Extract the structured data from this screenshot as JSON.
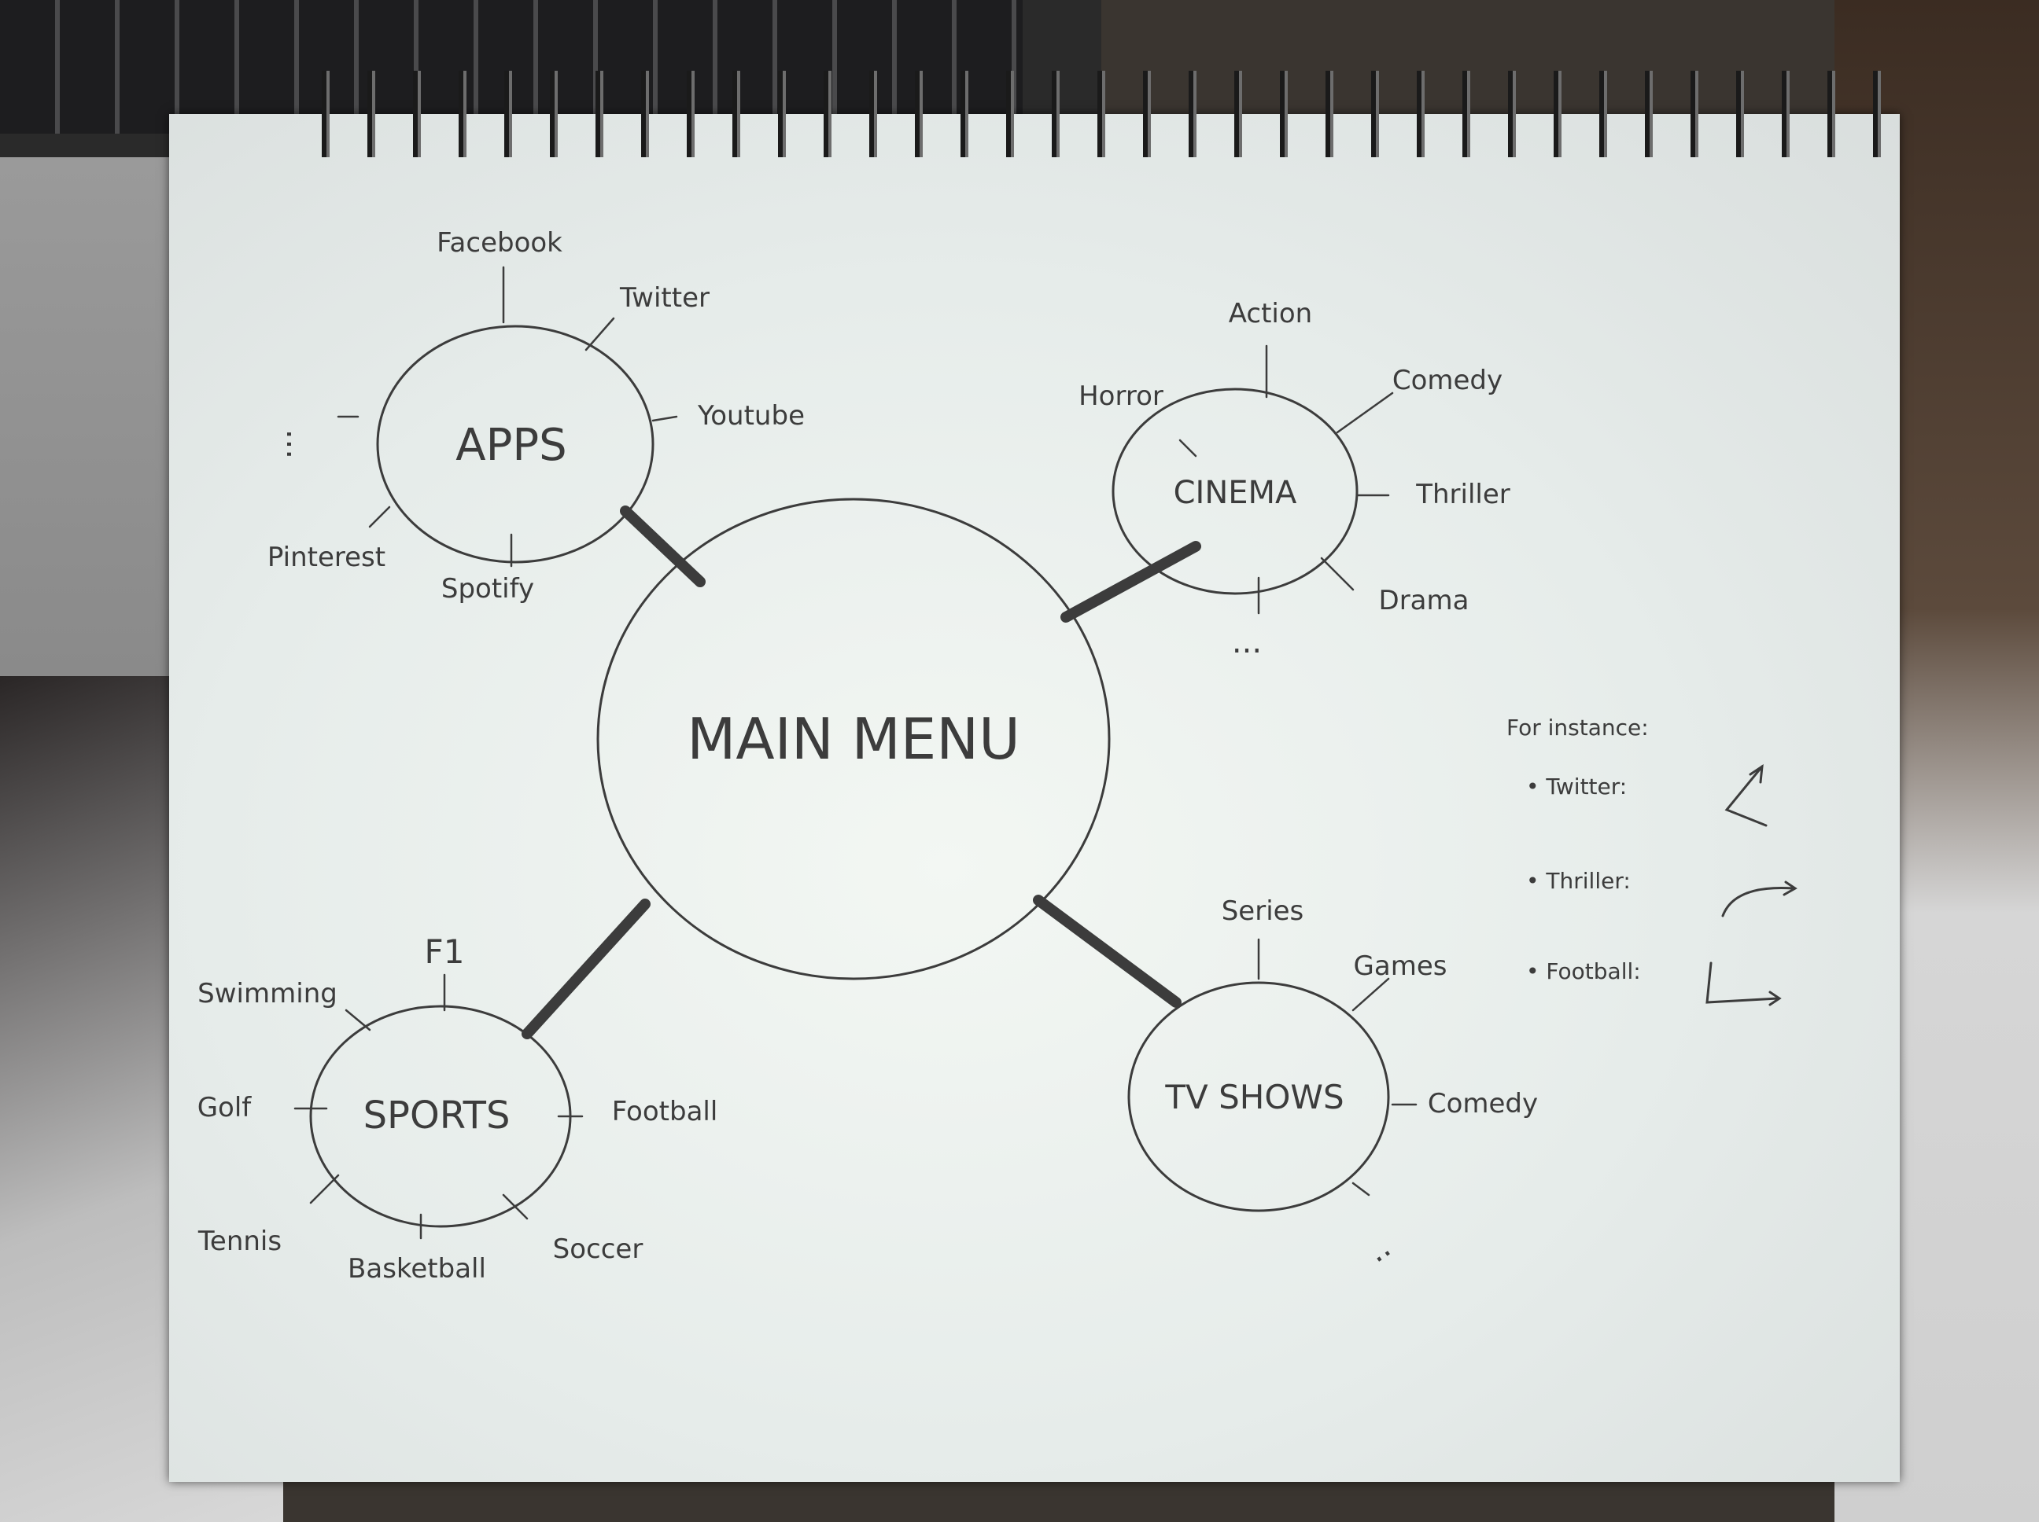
{
  "center": {
    "label": "MAIN MENU"
  },
  "hubs": {
    "apps": {
      "label": "APPS",
      "items": [
        "Facebook",
        "Twitter",
        "Youtube",
        "Spotify",
        "Pinterest"
      ],
      "more": "..."
    },
    "cinema": {
      "label": "CINEMA",
      "items": [
        "Action",
        "Comedy",
        "Thriller",
        "Drama",
        "Horror"
      ],
      "more": "..."
    },
    "sports": {
      "label": "SPORTS",
      "items": [
        "F1",
        "Football",
        "Soccer",
        "Basketball",
        "Tennis",
        "Golf",
        "Swimming"
      ]
    },
    "tv": {
      "label": "TV SHOWS",
      "items": [
        "Series",
        "Games",
        "Comedy"
      ],
      "more": ".."
    }
  },
  "legend": {
    "title": "For instance:",
    "items": [
      "• Twitter:",
      "• Thriller:",
      "• Football:"
    ]
  },
  "colors": {
    "ink": "#3c3c3c",
    "paper": "#eef2ef"
  }
}
